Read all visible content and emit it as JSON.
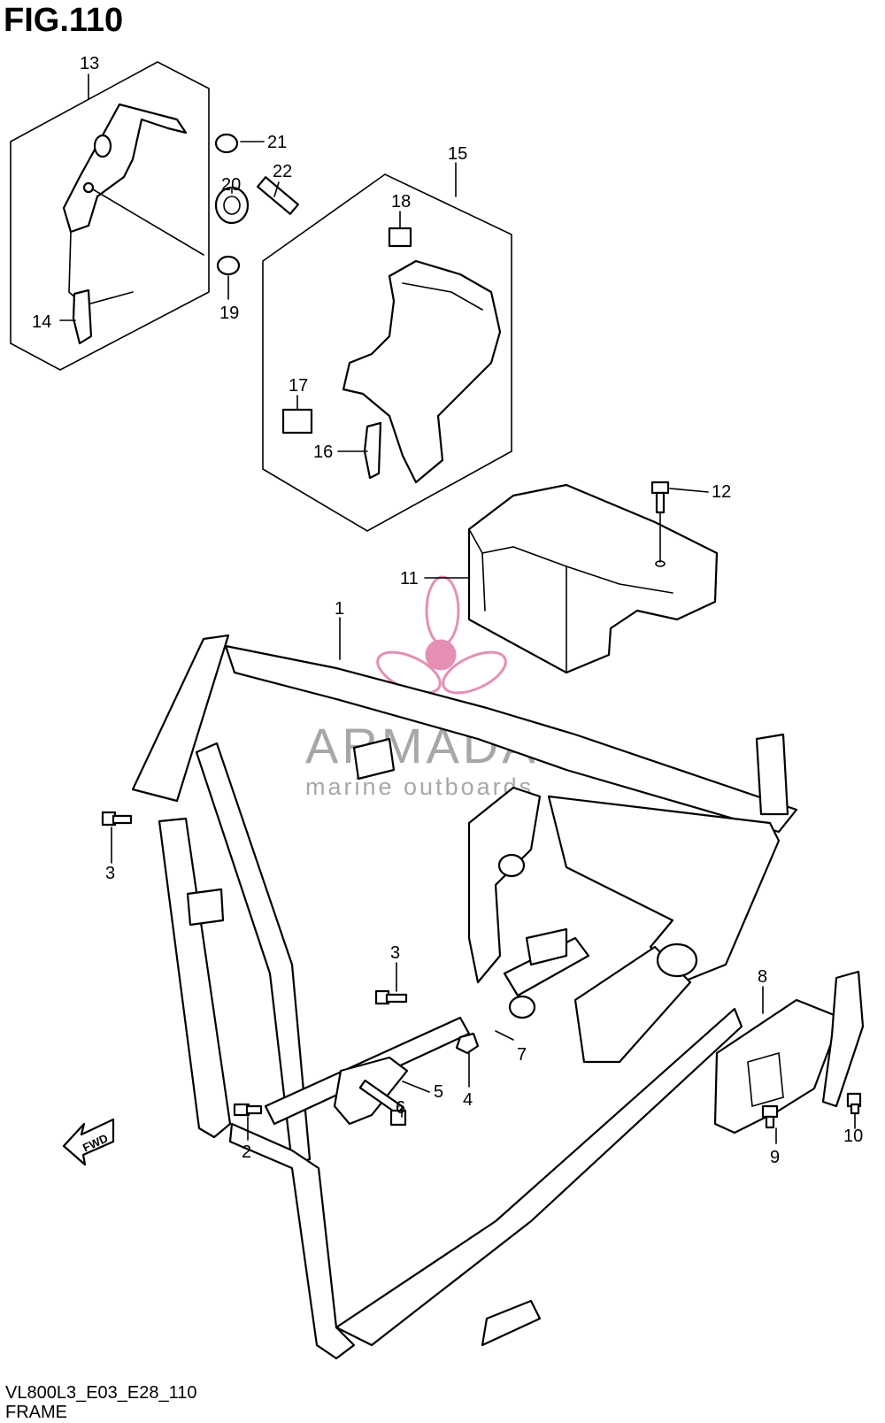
{
  "figure": {
    "title": "FIG.110",
    "model_code": "VL800L3_E03_E28_110",
    "group_name": "FRAME"
  },
  "watermark": {
    "brand": "ARMADA",
    "tagline": "marine outboards",
    "color": "#e58fb5"
  },
  "fwd_arrow": {
    "label": "FWD"
  },
  "callouts": {
    "n1": "1",
    "n2": "2",
    "n3a": "3",
    "n3b": "3",
    "n4": "4",
    "n5": "5",
    "n6": "6",
    "n7": "7",
    "n8": "8",
    "n9": "9",
    "n10": "10",
    "n11": "11",
    "n12": "12",
    "n13": "13",
    "n14": "14",
    "n15": "15",
    "n16": "16",
    "n17": "17",
    "n18": "18",
    "n19": "19",
    "n20": "20",
    "n21": "21",
    "n22": "22"
  }
}
